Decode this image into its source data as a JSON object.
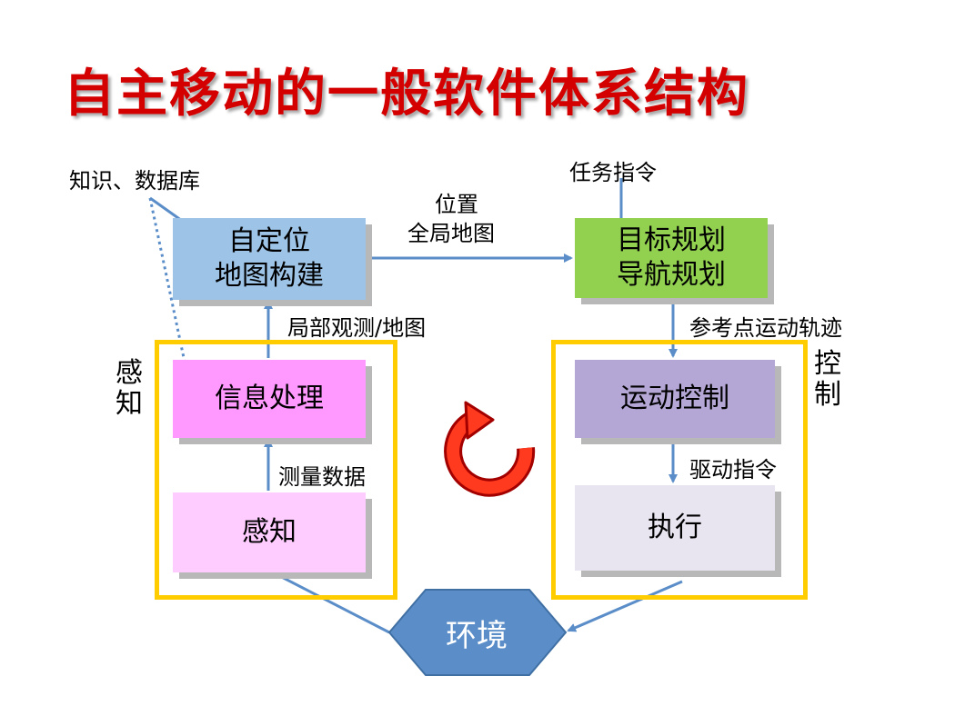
{
  "title": "自主移动的一般软件体系结构",
  "colors": {
    "title": "#d40000",
    "arrow": "#5b8ec9",
    "group_border": "#ffcc00",
    "localization_box": "#9dc3e6",
    "planning_box": "#92d050",
    "info_processing_box": "#ff99ff",
    "sensing_box": "#ffccff",
    "motion_control_box": "#b4a7d6",
    "execution_box": "#e8e4f0",
    "environment": "#5b8ec9",
    "cycle_icon": "#e8261a"
  },
  "nodes": {
    "localization": {
      "line1": "自定位",
      "line2": "地图构建"
    },
    "planning": {
      "line1": "目标规划",
      "line2": "导航规划"
    },
    "info_processing": "信息处理",
    "sensing": "感知",
    "motion_control": "运动控制",
    "execution": "执行",
    "environment": "环境"
  },
  "groups": {
    "perception": {
      "char1": "感",
      "char2": "知"
    },
    "control": {
      "char1": "控",
      "char2": "制"
    }
  },
  "labels": {
    "knowledge_db": "知识、数据库",
    "task_command": "任务指令",
    "position": "位置",
    "global_map": "全局地图",
    "local_observation": "局部观测/地图",
    "reference_trajectory": "参考点运动轨迹",
    "measurement_data": "测量数据",
    "drive_command": "驱动指令"
  },
  "icons": {
    "cycle": "circular-arrow-icon"
  }
}
